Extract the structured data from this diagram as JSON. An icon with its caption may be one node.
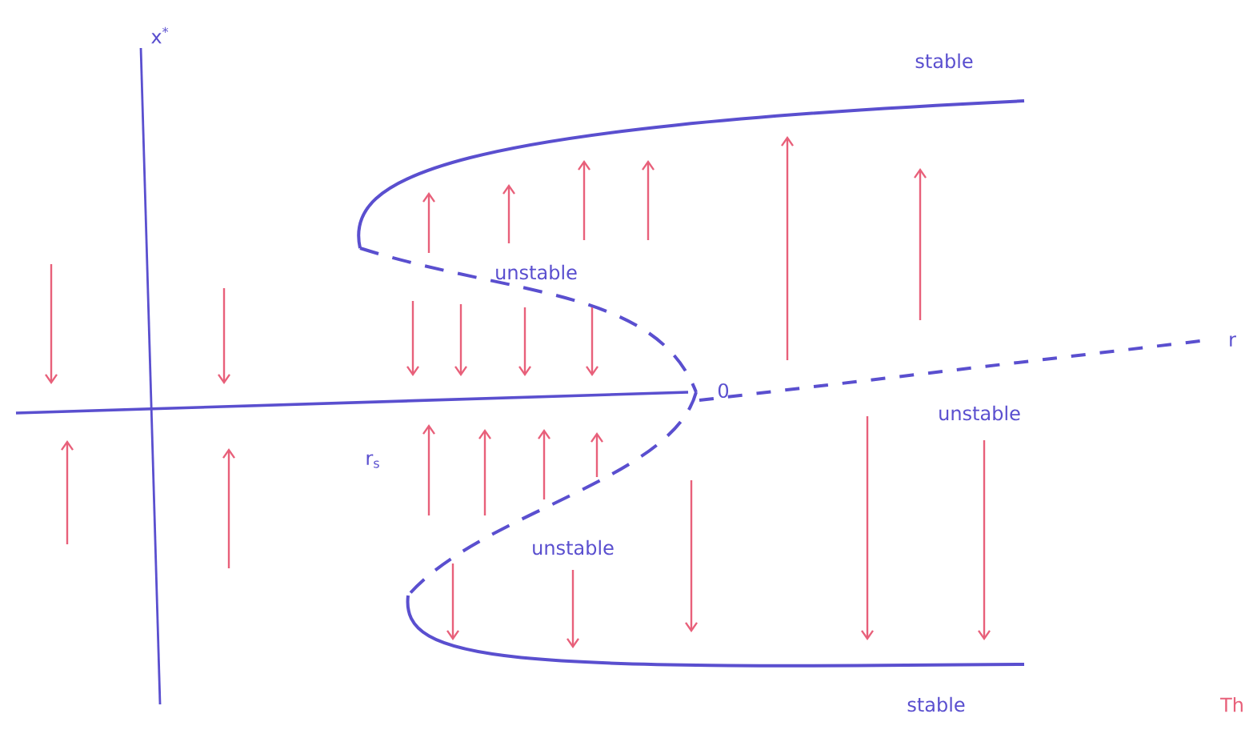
{
  "diagram": {
    "labels": [
      "x$^{*}$",
      "stable",
      "unstable",
      "0",
      "unstable",
      "r",
      "r$_{s}$",
      "unstable",
      "stable",
      "Th"
    ]
  }
}
